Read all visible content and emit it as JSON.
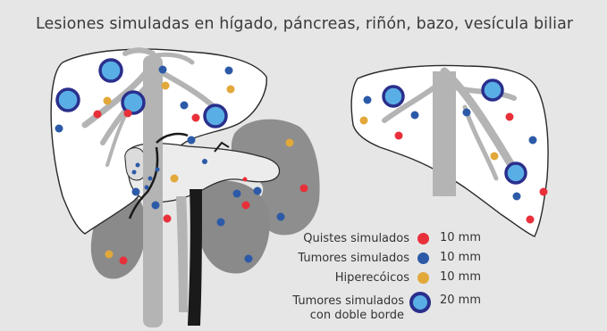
{
  "title": "Lesiones simuladas en hígado, páncreas, riñón, bazo, vesícula biliar",
  "legend": [
    {
      "label": "Quistes simulados",
      "size": "10 mm",
      "color": "#e8303a",
      "icon": "red-dot-icon"
    },
    {
      "label": "Tumores simulados",
      "size": "10 mm",
      "color": "#2c5aa8",
      "icon": "blue-dot-icon"
    },
    {
      "label": "Hiperecóicos",
      "size": "10 mm",
      "color": "#e2a83a",
      "icon": "orange-dot-icon"
    },
    {
      "label_line1": "Tumores simulados",
      "label_line2": "con doble borde",
      "size": "20 mm",
      "color": "#5aaee6",
      "ring_color": "#2a2f8c",
      "icon": "double-ring-icon"
    }
  ],
  "colors": {
    "background": "#e6e6e6",
    "organ_fill": "#ffffff",
    "organ_stroke": "#2a2a2a",
    "vessel": "#b4b4b4",
    "kidney_spleen": "#8a8a8a",
    "dark_vessel": "#1a1a1a"
  }
}
